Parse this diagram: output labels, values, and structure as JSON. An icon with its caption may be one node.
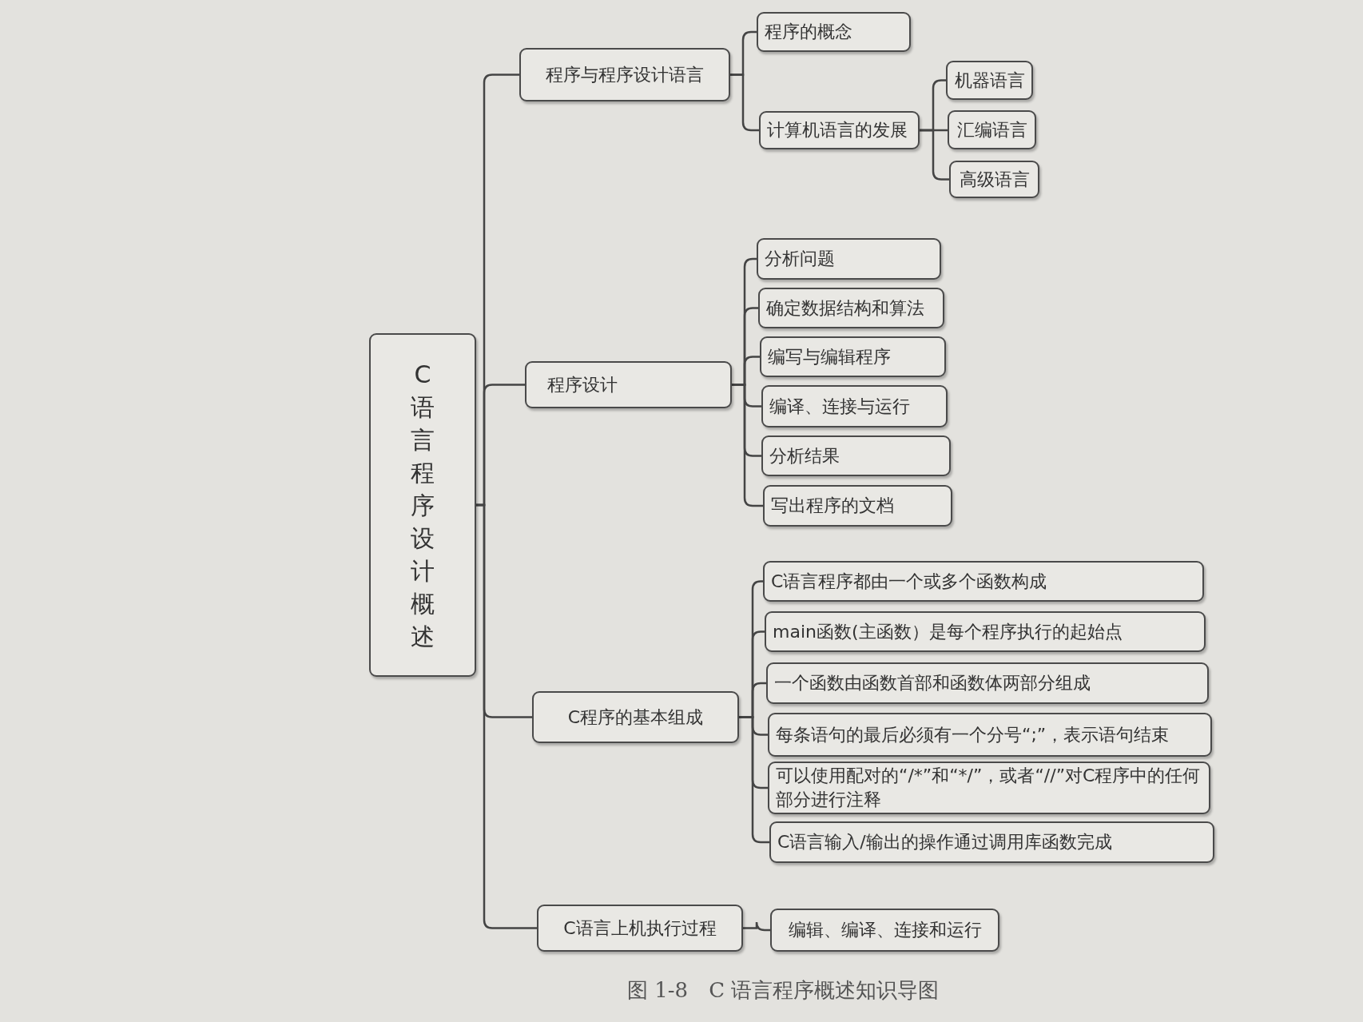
{
  "diagram": {
    "caption": "图 1-8　C 语言程序概述知识导图",
    "nodes": [
      {
        "text": [
          "C语言程序设计概述"
        ]
      },
      {
        "text": [
          "程序与程序设计语言"
        ]
      },
      {
        "text": [
          "程序的概念"
        ]
      },
      {
        "text": [
          "计算机语言的发展"
        ]
      },
      {
        "text": [
          "机器语言"
        ]
      },
      {
        "text": [
          "汇编语言"
        ]
      },
      {
        "text": [
          "高级语言"
        ]
      },
      {
        "text": [
          "程序设计"
        ]
      },
      {
        "text": [
          "分析问题"
        ]
      },
      {
        "text": [
          "确定数据结构和算法"
        ]
      },
      {
        "text": [
          "编写与编辑程序"
        ]
      },
      {
        "text": [
          "编译、连接与运行"
        ]
      },
      {
        "text": [
          "分析结果"
        ]
      },
      {
        "text": [
          "写出程序的文档"
        ]
      },
      {
        "text": [
          "C程序的基本组成"
        ]
      },
      {
        "text": [
          "C语言程序都由一个或多个函数构成"
        ]
      },
      {
        "text": [
          "main函数(主函数）是每个程序执行的起始点"
        ]
      },
      {
        "text": [
          "一个函数由函数首部和函数体两部分组成"
        ]
      },
      {
        "text": [
          "每条语句的最后必须有一个分号“;”，表示语句结束"
        ]
      },
      {
        "text": [
          "可以使用配对的“/*”和“*/”，或者“//”对C程序中的任何部分进行注释"
        ]
      },
      {
        "text": [
          "C语言输入/输出的操作通过调用库函数完成"
        ]
      },
      {
        "text": [
          "C语言上机执行过程"
        ]
      },
      {
        "text": [
          "编辑、编译、连接和运行"
        ]
      }
    ],
    "edges": [
      {
        "from": 0,
        "to": 1,
        "arrow": "none"
      },
      {
        "from": 1,
        "to": 2,
        "arrow": "none"
      },
      {
        "from": 1,
        "to": 3,
        "arrow": "none"
      },
      {
        "from": 3,
        "to": 4,
        "arrow": "none"
      },
      {
        "from": 3,
        "to": 5,
        "arrow": "none"
      },
      {
        "from": 3,
        "to": 6,
        "arrow": "none"
      },
      {
        "from": 0,
        "to": 7,
        "arrow": "none"
      },
      {
        "from": 7,
        "to": 8,
        "arrow": "none"
      },
      {
        "from": 7,
        "to": 9,
        "arrow": "none"
      },
      {
        "from": 7,
        "to": 10,
        "arrow": "none"
      },
      {
        "from": 7,
        "to": 11,
        "arrow": "none"
      },
      {
        "from": 7,
        "to": 12,
        "arrow": "none"
      },
      {
        "from": 7,
        "to": 13,
        "arrow": "none"
      },
      {
        "from": 0,
        "to": 14,
        "arrow": "none"
      },
      {
        "from": 14,
        "to": 15,
        "arrow": "none"
      },
      {
        "from": 14,
        "to": 16,
        "arrow": "none"
      },
      {
        "from": 14,
        "to": 17,
        "arrow": "none"
      },
      {
        "from": 14,
        "to": 18,
        "arrow": "none"
      },
      {
        "from": 14,
        "to": 19,
        "arrow": "none"
      },
      {
        "from": 14,
        "to": 20,
        "arrow": "none"
      },
      {
        "from": 0,
        "to": 21,
        "arrow": "none"
      },
      {
        "from": 21,
        "to": 22,
        "arrow": "none"
      }
    ]
  }
}
